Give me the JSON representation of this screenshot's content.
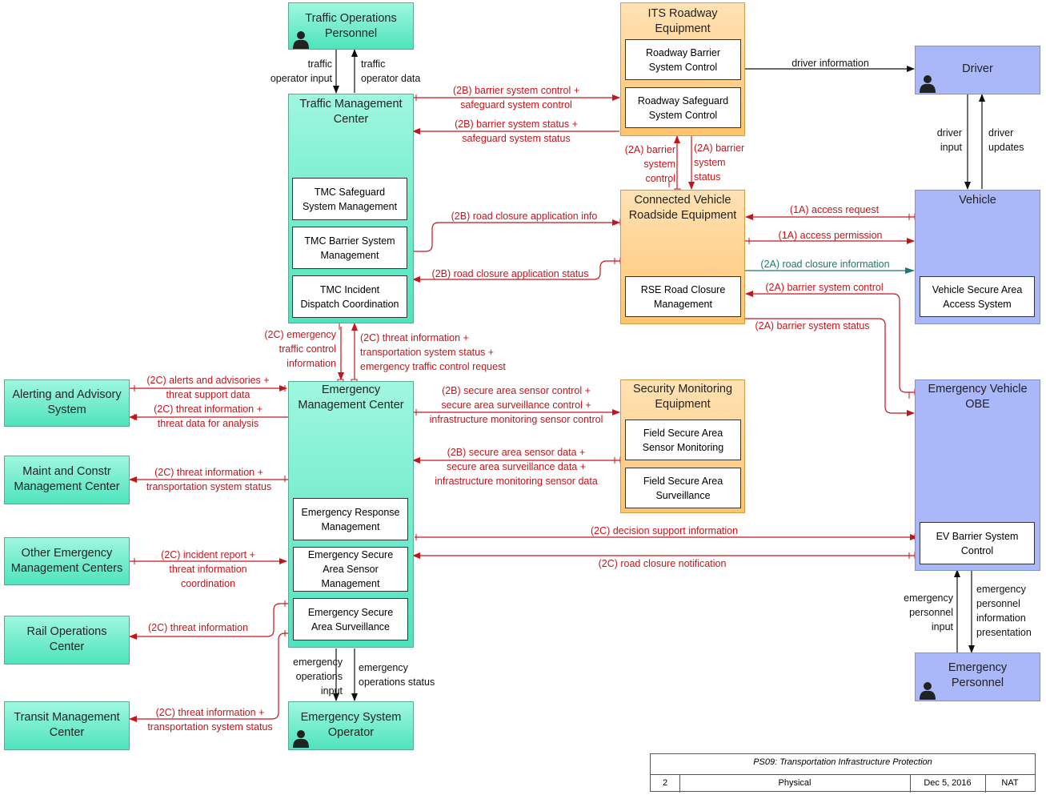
{
  "nodes": {
    "traffic_ops_personnel": "Traffic Operations\nPersonnel",
    "its_roadway": "ITS Roadway\nEquipment",
    "roadway_barrier_ctrl": "Roadway Barrier\nSystem Control",
    "roadway_safeguard_ctrl": "Roadway Safeguard\nSystem Control",
    "driver": "Driver",
    "tmc": "Traffic Management\nCenter",
    "tmc_safeguard": "TMC Safeguard\nSystem Management",
    "tmc_barrier": "TMC Barrier System\nManagement",
    "tmc_incident": "TMC Incident\nDispatch Coordination",
    "cv_rse": "Connected Vehicle\nRoadside Equipment",
    "rse_road_closure": "RSE Road Closure\nManagement",
    "vehicle": "Vehicle",
    "vehicle_secure": "Vehicle Secure Area\nAccess System",
    "alerting": "Alerting and Advisory\nSystem",
    "maint": "Maint and Constr\nManagement Center",
    "other_em": "Other Emergency\nManagement Centers",
    "rail": "Rail Operations\nCenter",
    "transit": "Transit Management\nCenter",
    "emc": "Emergency\nManagement Center",
    "em_response": "Emergency Response\nManagement",
    "em_sensor": "Emergency Secure\nArea Sensor\nManagement",
    "em_surveillance": "Emergency Secure\nArea Surveillance",
    "em_sys_operator": "Emergency System\nOperator",
    "security_monitoring": "Security Monitoring\nEquipment",
    "field_sensor": "Field Secure Area\nSensor Monitoring",
    "field_surveillance": "Field Secure Area\nSurveillance",
    "ev_obe": "Emergency Vehicle\nOBE",
    "ev_barrier": "EV Barrier System\nControl",
    "em_personnel": "Emergency\nPersonnel"
  },
  "flows": {
    "traffic_operator_input": "traffic\noperator input",
    "traffic_operator_data": "traffic\noperator data",
    "barrier_control_safeguard": "(2B) barrier system control +\nsafeguard system control",
    "barrier_status_safeguard": "(2B) barrier system status +\nsafeguard system status",
    "driver_information": "driver information",
    "driver_input": "driver\ninput",
    "driver_updates": "driver\nupdates",
    "rse_barrier_control": "(2A) barrier\nsystem\ncontrol",
    "rse_barrier_status": "(2A) barrier\nsystem\nstatus",
    "road_closure_app_info": "(2B) road closure application info",
    "road_closure_app_status": "(2B) road closure application status",
    "access_request": "(1A) access request",
    "access_permission": "(1A) access permission",
    "road_closure_information": "(2A) road closure information",
    "ev_barrier_control": "(2A) barrier system control",
    "ev_barrier_status": "(2A) barrier system status",
    "emergency_traffic_control": "(2C) emergency\ntraffic control\ninformation",
    "threat_info_tmc": "(2C) threat information +\ntransportation system status +\nemergency traffic control request",
    "alerts_advisories": "(2C) alerts and advisories +\nthreat support data",
    "threat_info_analysis": "(2C) threat information +\nthreat data for analysis",
    "threat_info_maint": "(2C) threat information +\ntransportation system status",
    "incident_report": "(2C) incident report +\nthreat information\ncoordination",
    "threat_info_rail": "(2C) threat information",
    "threat_info_transit": "(2C) threat information +\ntransportation system status",
    "secure_sensor_control": "(2B) secure area sensor control +\nsecure area surveillance control +\ninfrastructure monitoring sensor control",
    "secure_sensor_data": "(2B) secure area sensor data +\nsecure area surveillance data +\ninfrastructure monitoring sensor data",
    "decision_support": "(2C) decision support information",
    "road_closure_notification": "(2C) road closure notification",
    "em_ops_input": "emergency\noperations\ninput",
    "em_ops_status": "emergency\noperations status",
    "em_personnel_input": "emergency\npersonnel\ninput",
    "em_personnel_info": "emergency\npersonnel\ninformation\npresentation"
  },
  "titleblock": {
    "title": "PS09: Transportation Infrastructure Protection",
    "page": "2",
    "view": "Physical",
    "date": "Dec 5, 2016",
    "scope": "NAT"
  },
  "colors": {
    "center": "#4fe3bd",
    "field": "#ffc46f",
    "vehicle": "#aab7f8",
    "flow_red": "#c0171d",
    "flow_black": "#111111",
    "flow_green": "#1a7a70"
  }
}
